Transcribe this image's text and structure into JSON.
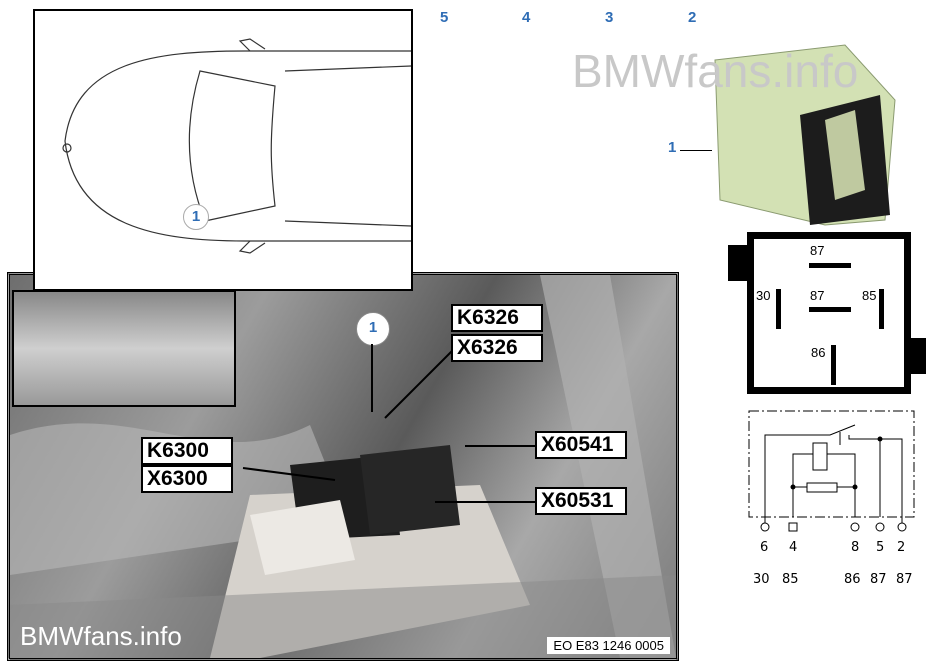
{
  "position_numbers": [
    "5",
    "4",
    "3",
    "2"
  ],
  "relay_callout": "1",
  "car_callout": "1",
  "photo_callout": "1",
  "watermark_top": "BMWfans.info",
  "watermark_bottom": "BMWfans.info",
  "photo_code": "EO E83 1246 0005",
  "labels": {
    "k6326": "K6326",
    "x6326": "X6326",
    "k6300": "K6300",
    "x6300": "X6300",
    "x60541": "X60541",
    "x60531": "X60531"
  },
  "relay_pins": {
    "top": "87",
    "mid": "87",
    "left": "30",
    "right": "85",
    "bottom": "86"
  },
  "schematic_pins": {
    "numbers": [
      "6",
      "4",
      "8",
      "5",
      "2"
    ],
    "terminals": [
      "30",
      "85",
      "86",
      "87",
      "87"
    ]
  },
  "colors": {
    "relay_body": "#d3e1b4",
    "callout_blue": "#2f6db5"
  }
}
